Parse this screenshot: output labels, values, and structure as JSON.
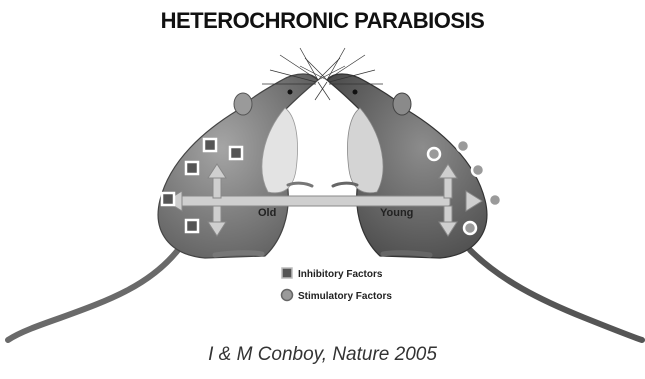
{
  "title": "HETEROCHRONIC PARABIOSIS",
  "labels": {
    "old": "Old",
    "young": "Young"
  },
  "legend": [
    {
      "label": "Inhibitory Factors",
      "icon": "square-marker-icon"
    },
    {
      "label": "Stimulatory Factors",
      "icon": "circle-marker-icon"
    }
  ],
  "citation": "I & M Conboy, Nature 2005",
  "colors": {
    "old_mouse": "#8a8a8a",
    "young_mouse": "#6f6f6f",
    "belly": "#d9d9d9",
    "arrow": "#c8c8c8",
    "inhibitory_fill": "#555555",
    "stimulatory_fill": "#b0b0b0"
  }
}
